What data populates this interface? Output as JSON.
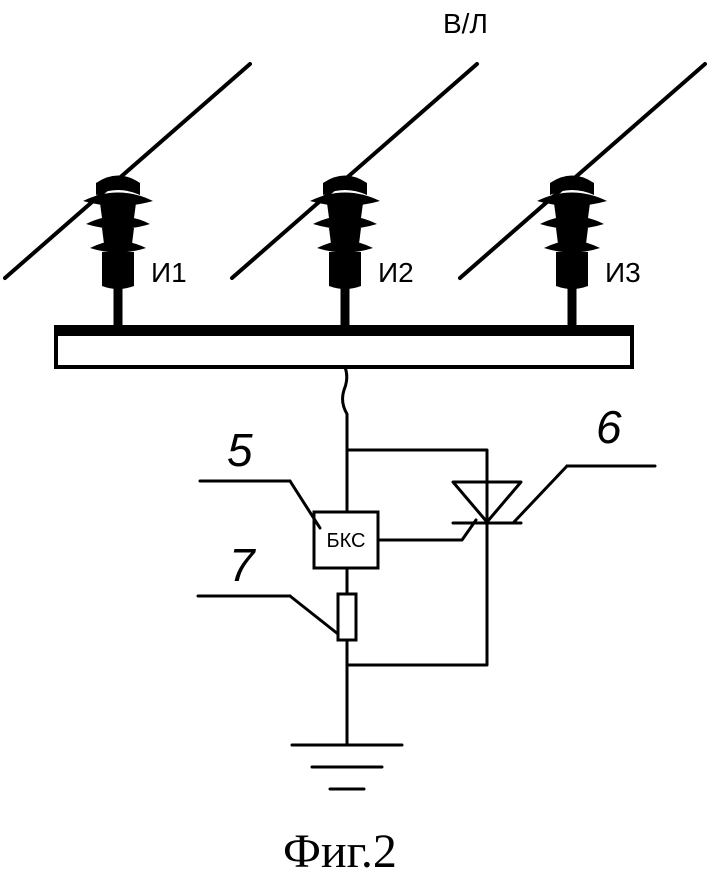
{
  "figure": {
    "line_label": "В/Л",
    "insulators": [
      "И1",
      "И2",
      "И3"
    ],
    "block_label": "БКС",
    "callouts": [
      "5",
      "6",
      "7"
    ],
    "caption": "Фиг.2"
  },
  "colors": {
    "ink": "#000000",
    "background": "#ffffff"
  }
}
